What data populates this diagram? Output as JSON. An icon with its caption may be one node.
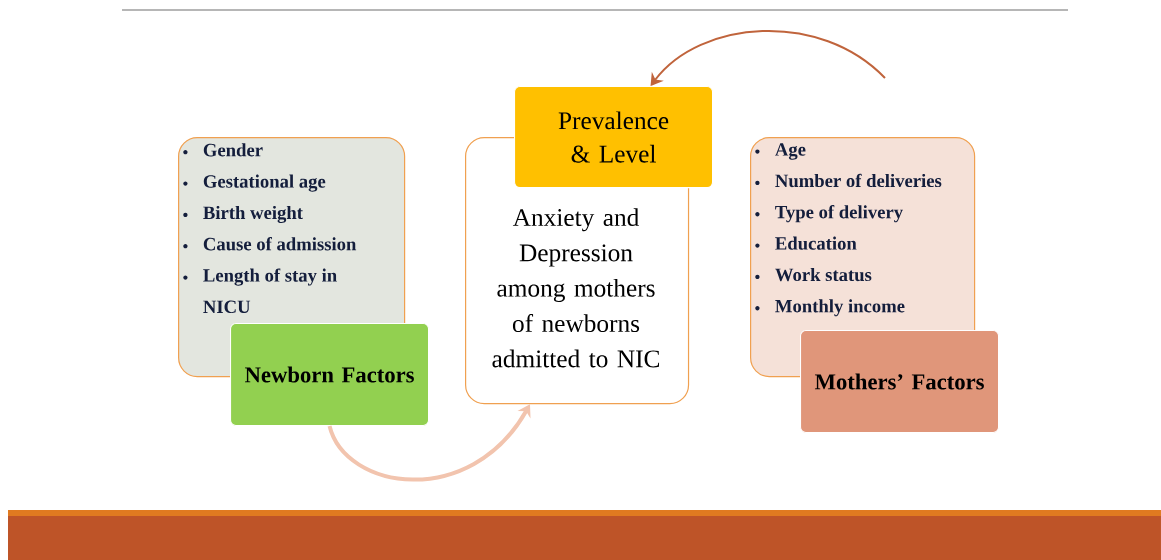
{
  "diagram": {
    "nodes": [
      {
        "text": [
          "Gender",
          "Gestational age",
          "Birth weight",
          "Cause of admission",
          "Length of stay in NICU"
        ]
      },
      {
        "text": [
          "Newborn Factors"
        ]
      },
      {
        "text": [
          "Anxiety and Depression among mothers of newborns admitted to NIC"
        ]
      },
      {
        "text": [
          "Prevalence & Level"
        ]
      },
      {
        "text": [
          "Age",
          "Number of deliveries",
          "Type of delivery",
          "Education",
          "Work status",
          "Monthly income"
        ]
      },
      {
        "text": [
          "Mothers’ Factors"
        ]
      }
    ],
    "edges": [
      {
        "from": 1,
        "to": 2,
        "arrow": "to",
        "style": "thick",
        "color": "#f2c4ae"
      },
      {
        "from": null,
        "to": 3,
        "arrow": "to",
        "color": "#c0643c"
      }
    ]
  }
}
